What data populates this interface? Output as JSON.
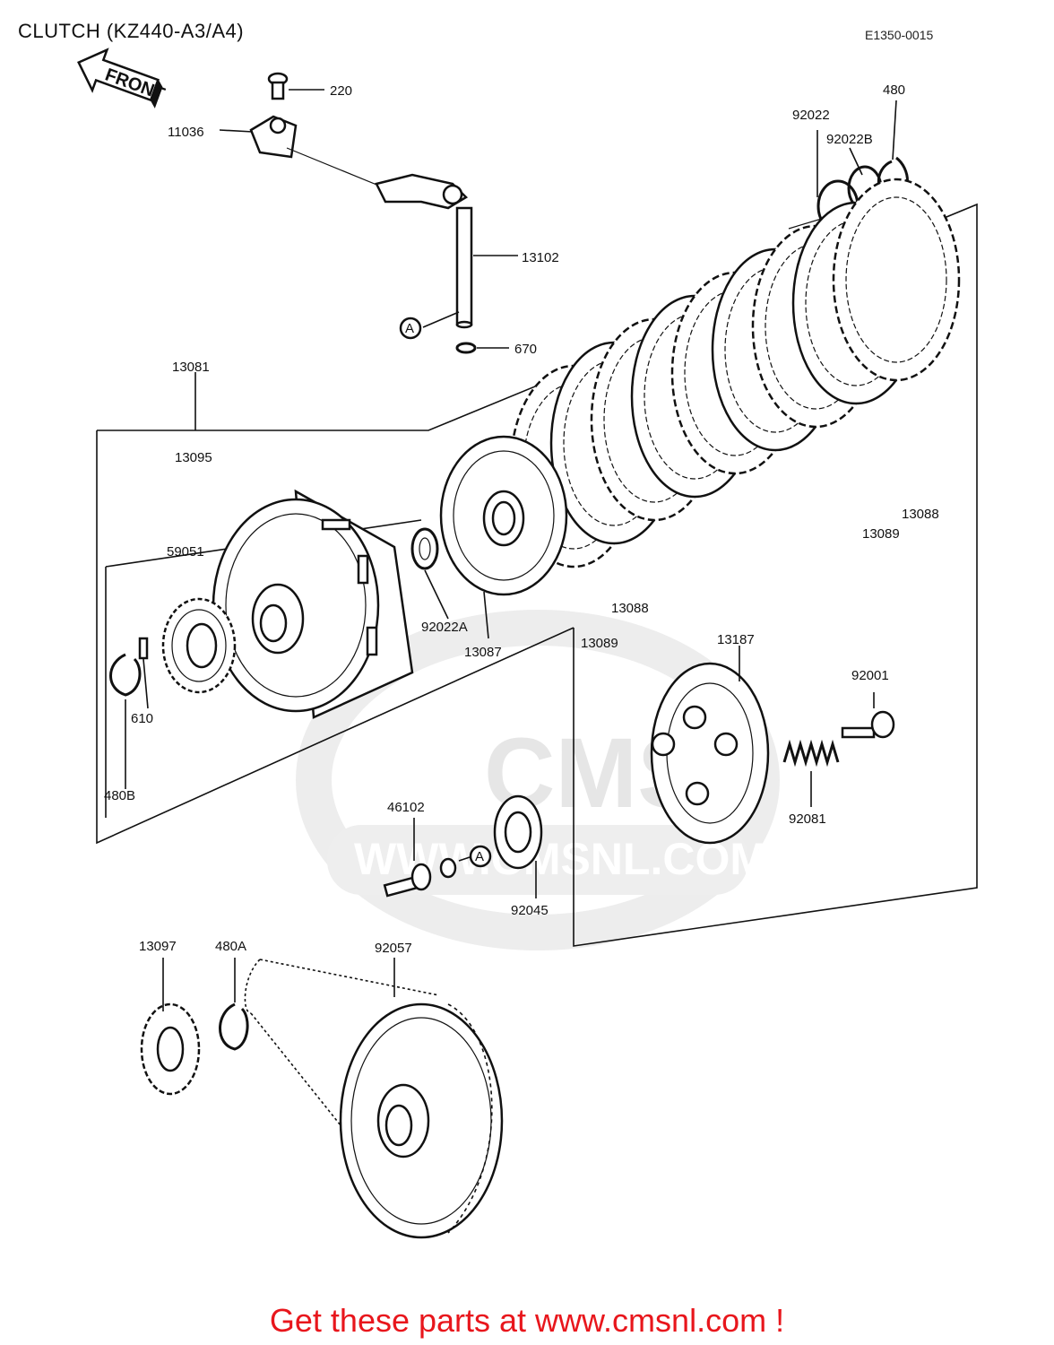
{
  "title": "CLUTCH (KZ440-A3/A4)",
  "diagram_code": "E1350-0015",
  "front_label": "FRONT",
  "ref_marker": "A",
  "watermark": {
    "brand": "CMS",
    "url": "WWW.CMSNL.COM"
  },
  "call_to_action": "Get these parts at www.cmsnl.com !",
  "parts": [
    {
      "id": "220"
    },
    {
      "id": "11036"
    },
    {
      "id": "13102"
    },
    {
      "id": "670"
    },
    {
      "id": "92022"
    },
    {
      "id": "92022B"
    },
    {
      "id": "480"
    },
    {
      "id": "13081"
    },
    {
      "id": "13095"
    },
    {
      "id": "59051"
    },
    {
      "id": "610"
    },
    {
      "id": "480B"
    },
    {
      "id": "92022A"
    },
    {
      "id": "13087"
    },
    {
      "id": "13088"
    },
    {
      "id": "13089"
    },
    {
      "id": "13187"
    },
    {
      "id": "92001"
    },
    {
      "id": "92081"
    },
    {
      "id": "46102"
    },
    {
      "id": "92045"
    },
    {
      "id": "13097"
    },
    {
      "id": "480A"
    },
    {
      "id": "92057"
    }
  ]
}
